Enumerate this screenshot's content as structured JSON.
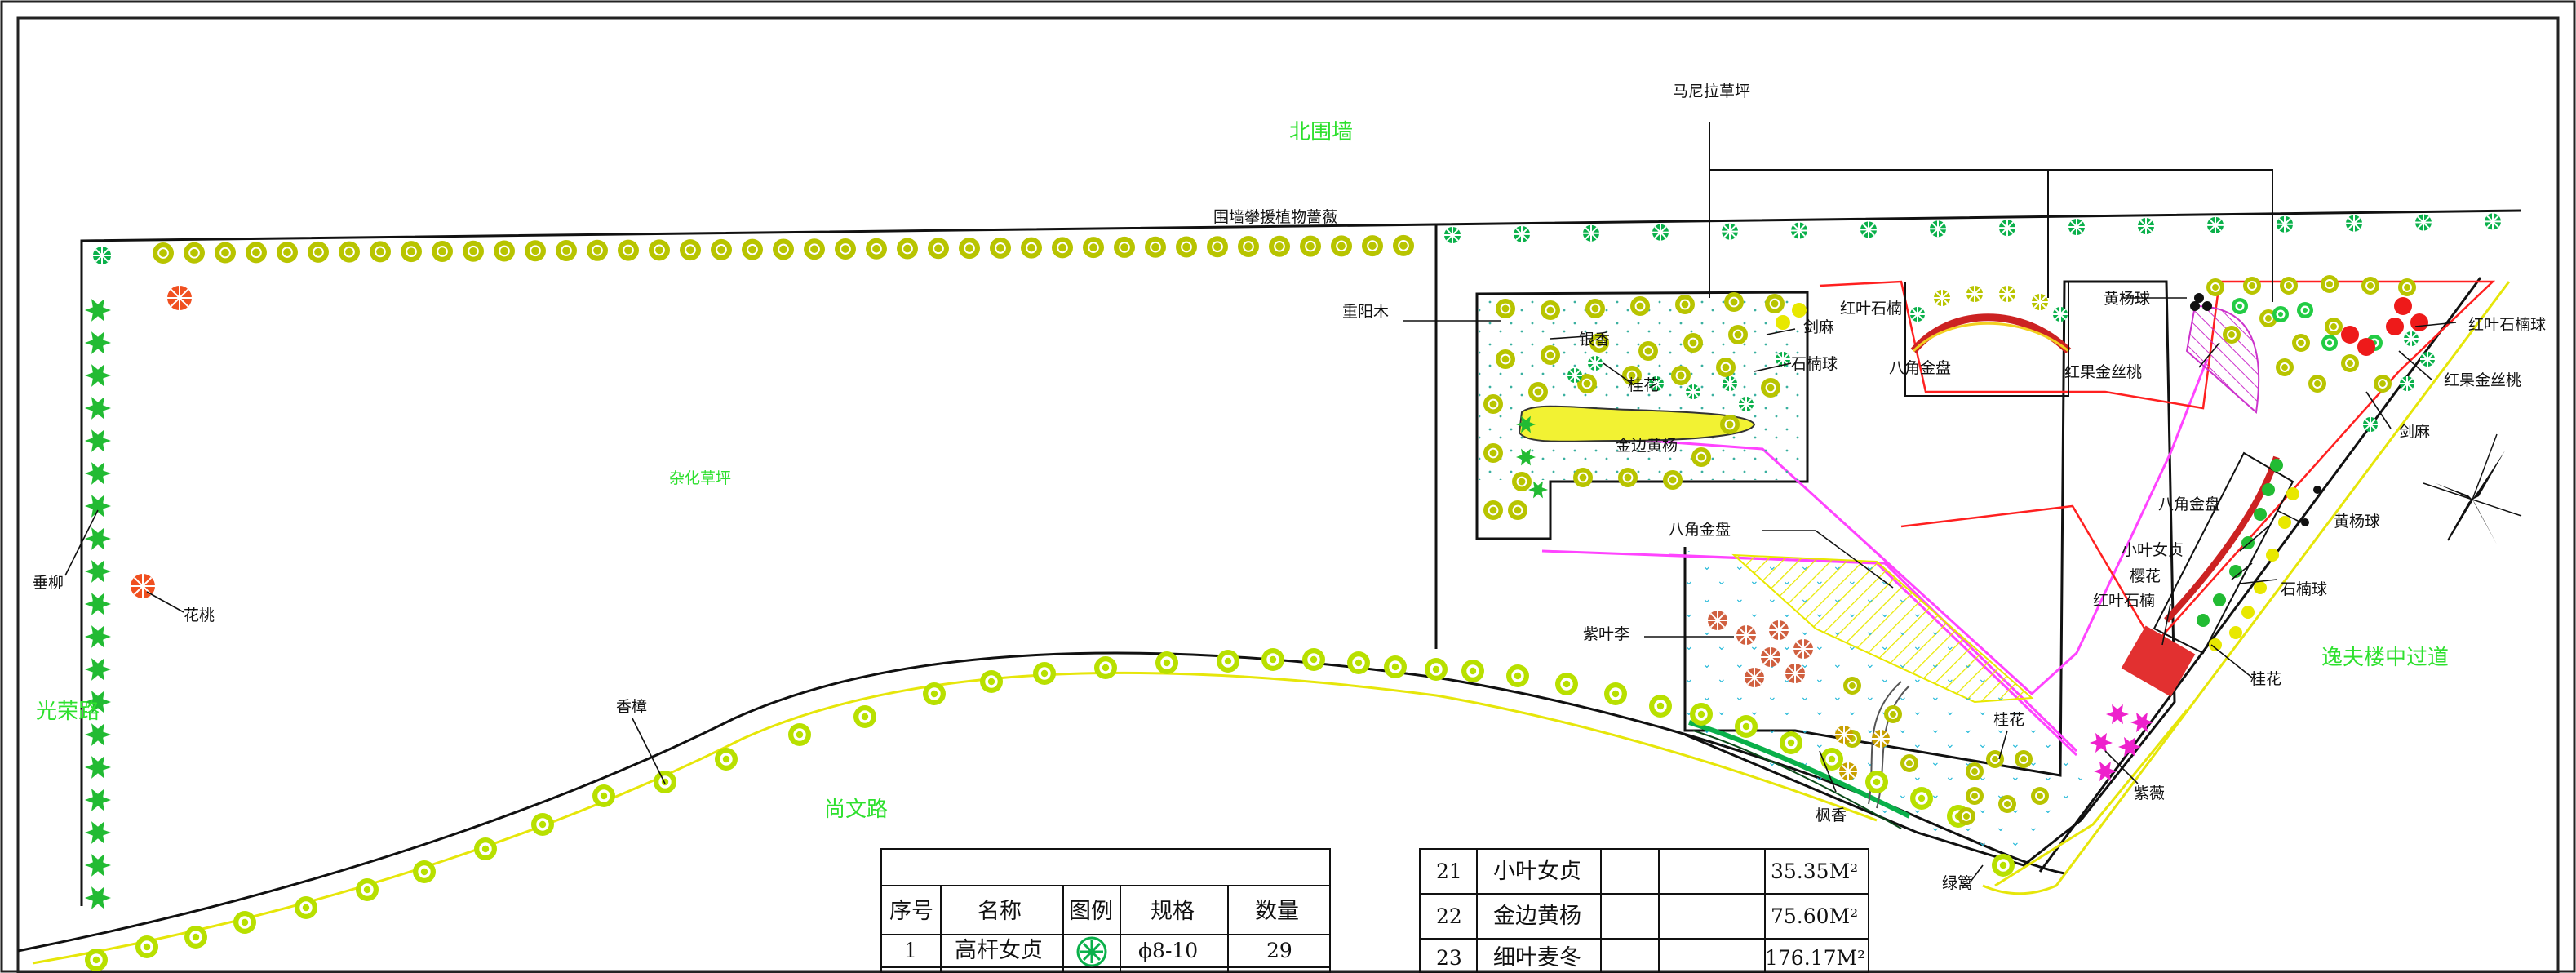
{
  "labels": {
    "north_wall": "北围墙",
    "north_wall_climbers": "围墙攀援植物蔷薇",
    "manila_lawn": "马尼拉草坪",
    "mixed_lawn": "杂化草坪",
    "guangrong_road": "光荣路",
    "shangwen_road": "尚文路",
    "yifu_passage": "逸夫楼中过道",
    "chuiliu": "垂柳",
    "huatao": "花桃",
    "xiangzhang": "香樟",
    "chongyangmu": "重阳木",
    "yinxing": "银香",
    "guihua_1": "桂花",
    "jinbian_huangyang": "金边黄杨",
    "jianma_1": "剑麻",
    "shinanqiu_1": "石楠球",
    "hongye_shinan_1": "红叶石楠",
    "bajiao_jinpan_1": "八角金盘",
    "bajiao_jinpan_2": "八角金盘",
    "bajiao_jinpan_3": "八角金盘",
    "huangyangqiu_1": "黄杨球",
    "huangyangqiu_2": "黄杨球",
    "hongguo_jinsitao_1": "红果金丝桃",
    "hongguo_jinsitao_2": "红果金丝桃",
    "hongye_shinanqiu": "红叶石楠球",
    "jianma_2": "剑麻",
    "xiaoye_nvzhen": "小叶女贞",
    "yinghua": "樱花",
    "shinanqiu_2": "石楠球",
    "hongye_shinan_2": "红叶石楠",
    "guihua_2": "桂花",
    "ziyeli": "紫叶李",
    "guihua_3": "桂花",
    "ziwei": "紫薇",
    "fengxiang": "枫香",
    "lvli": "绿篱"
  },
  "table_left": {
    "headers": [
      "序号",
      "名称",
      "图例",
      "规格",
      "数量"
    ],
    "rows": [
      {
        "no": "1",
        "name": "高杆女贞",
        "spec": "ϕ8-10",
        "qty": "29"
      }
    ]
  },
  "table_right": {
    "rows": [
      {
        "no": "21",
        "name": "小叶女贞",
        "qty": "35.35M²"
      },
      {
        "no": "22",
        "name": "金边黄杨",
        "qty": "75.60M²"
      },
      {
        "no": "23",
        "name": "细叶麦冬",
        "qty": "176.17M²"
      }
    ]
  },
  "icons": {
    "north_arrow": "north-arrow-icon",
    "tree_symbols": [
      "privet-tree-icon",
      "camphor-tree-icon",
      "willow-tree-icon",
      "peach-tree-icon",
      "plum-tree-icon",
      "crape-myrtle-icon"
    ]
  },
  "colors": {
    "road_line": "#e6e60a",
    "lawn_green": "#2ee02e",
    "path_pink": "#ff44ff",
    "red_outline": "#ff2020",
    "privet": "#b8c400",
    "shrub_green": "#0ab04a"
  }
}
